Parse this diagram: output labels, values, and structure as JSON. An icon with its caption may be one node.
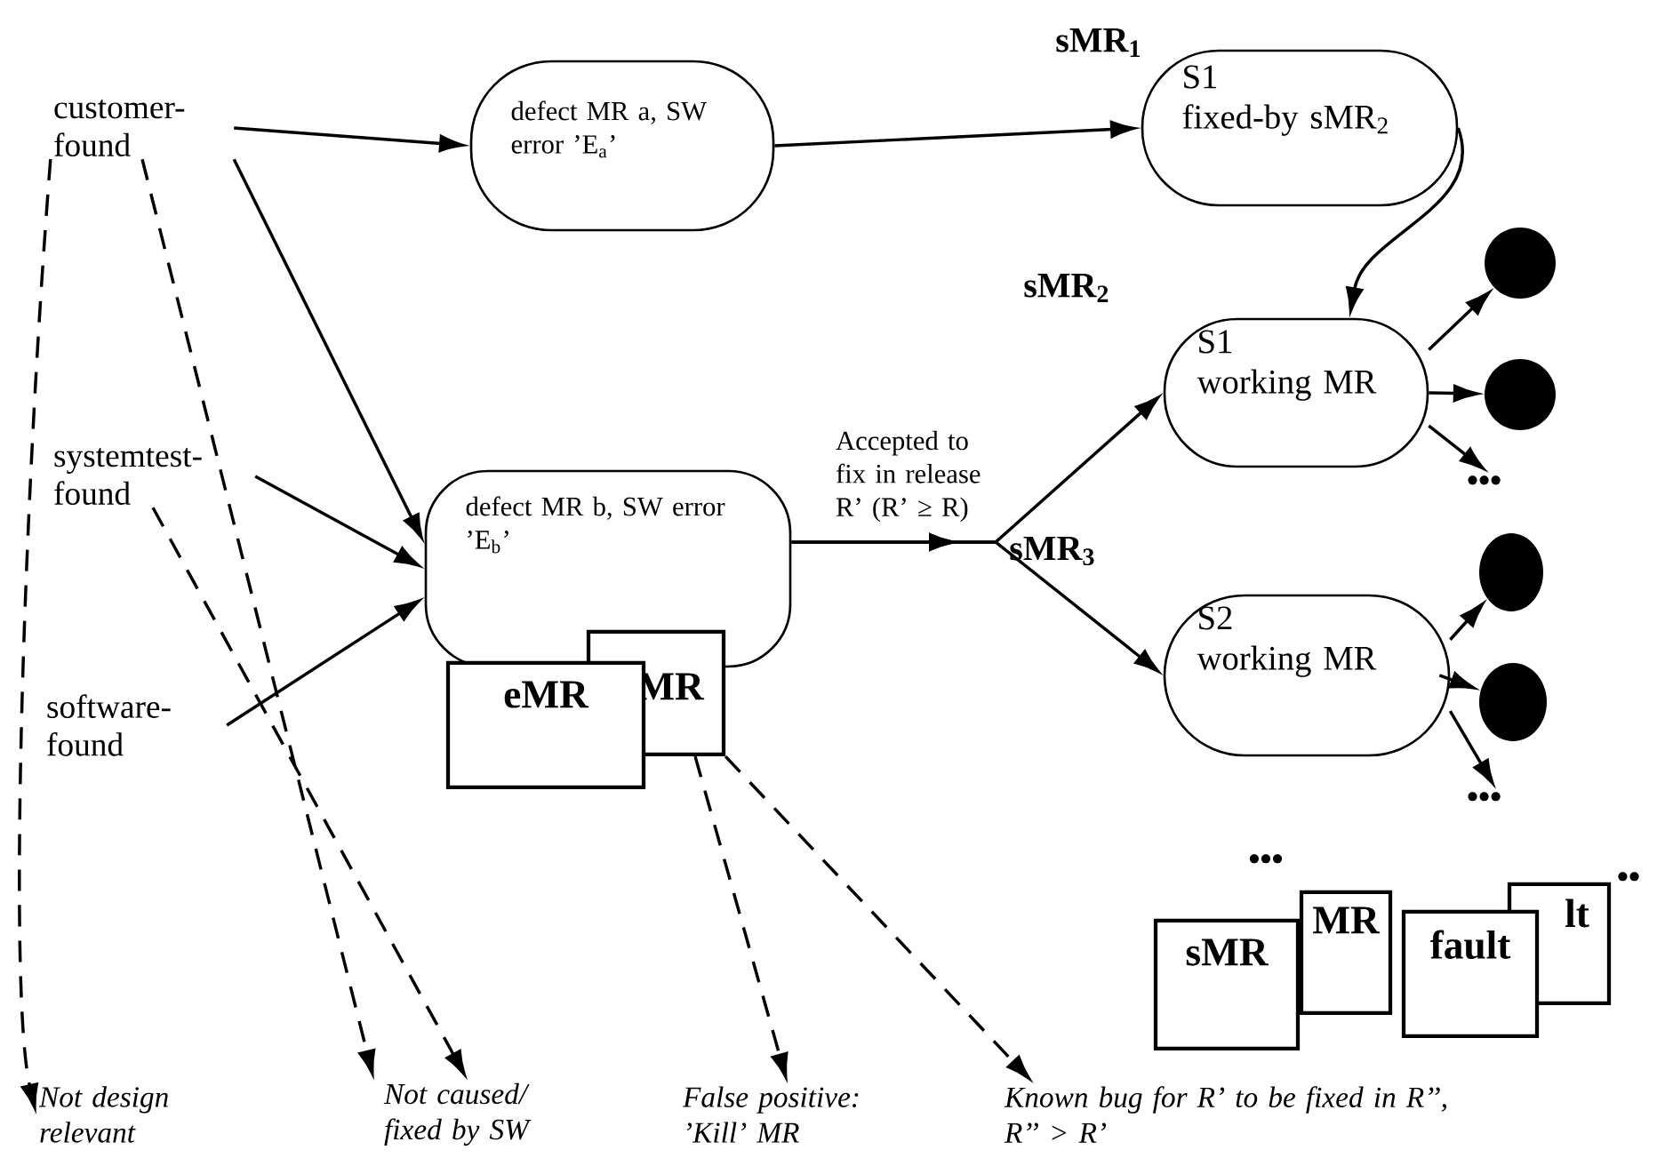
{
  "diagram": {
    "nodes": [
      {
        "text": [
          "customer- found"
        ]
      },
      {
        "text": [
          "systemtest- found"
        ]
      },
      {
        "text": [
          "software- found"
        ]
      },
      {
        "text": [
          "defect MR a, SW error ’E$_{a}$’"
        ]
      },
      {
        "text": [
          "sMR$_{1}$",
          "S1",
          "fixed-by sMR$_{2}$"
        ]
      },
      {
        "text": [
          "sMR$_{2}$",
          "S1",
          "working MR"
        ]
      },
      {
        "text": [
          "sMR$_{3}$",
          "S2",
          "working MR"
        ]
      },
      {
        "text": [
          "defect MR b, SW error ’E$_{b}$’"
        ]
      },
      {
        "text": [
          "MR"
        ]
      },
      {
        "text": [
          "eMR"
        ]
      },
      {
        "text": [
          "Not design relevant"
        ]
      },
      {
        "text": [
          "Not caused/ fixed by SW"
        ]
      },
      {
        "text": [
          "False positive: ’Kill’ MR"
        ]
      },
      {
        "text": [
          "Known bug for R’ to be fixed in R’’, R’’ > R’"
        ]
      },
      {
        "text": [],
        "shape": "circle"
      },
      {
        "text": [],
        "shape": "circle"
      },
      {
        "text": [],
        "shape": "circle"
      },
      {
        "text": [],
        "shape": "circle"
      },
      {
        "text": [
          "•••"
        ]
      },
      {
        "text": [
          "•••"
        ]
      },
      {
        "text": [
          "MR"
        ]
      },
      {
        "text": [
          "sMR"
        ]
      },
      {
        "text": [
          "lt"
        ]
      },
      {
        "text": [
          "fault"
        ]
      }
    ],
    "edges": [
      {
        "from": 0,
        "to": 3,
        "arrow": "to"
      },
      {
        "from": 0,
        "to": 7,
        "arrow": "to"
      },
      {
        "from": 1,
        "to": 7,
        "arrow": "to"
      },
      {
        "from": 2,
        "to": 7,
        "arrow": "to"
      },
      {
        "from": 3,
        "to": 4,
        "arrow": "to"
      },
      {
        "from": 4,
        "to": 5,
        "arrow": "to"
      },
      {
        "from": 7,
        "to": 5,
        "arrow": "to",
        "label": "Accepted to fix in release R’ (R’ ≥ R)"
      },
      {
        "from": 7,
        "to": 6,
        "arrow": "to"
      },
      {
        "from": 5,
        "to": 14,
        "arrow": "to"
      },
      {
        "from": 5,
        "to": 15,
        "arrow": "to"
      },
      {
        "from": 5,
        "to": 18,
        "arrow": "to"
      },
      {
        "from": 6,
        "to": 16,
        "arrow": "to"
      },
      {
        "from": 6,
        "to": 17,
        "arrow": "to"
      },
      {
        "from": 6,
        "to": 19,
        "arrow": "to"
      },
      {
        "from": 0,
        "to": 10,
        "arrow": "to",
        "style": "dashed"
      },
      {
        "from": 0,
        "to": 11,
        "arrow": "to",
        "style": "dashed"
      },
      {
        "from": 1,
        "to": 11,
        "arrow": "to",
        "style": "dashed"
      },
      {
        "from": 8,
        "to": 12,
        "arrow": "to",
        "style": "dashed"
      },
      {
        "from": 8,
        "to": 13,
        "arrow": "to",
        "style": "dashed"
      }
    ],
    "labels": [
      "•••",
      "••"
    ]
  }
}
